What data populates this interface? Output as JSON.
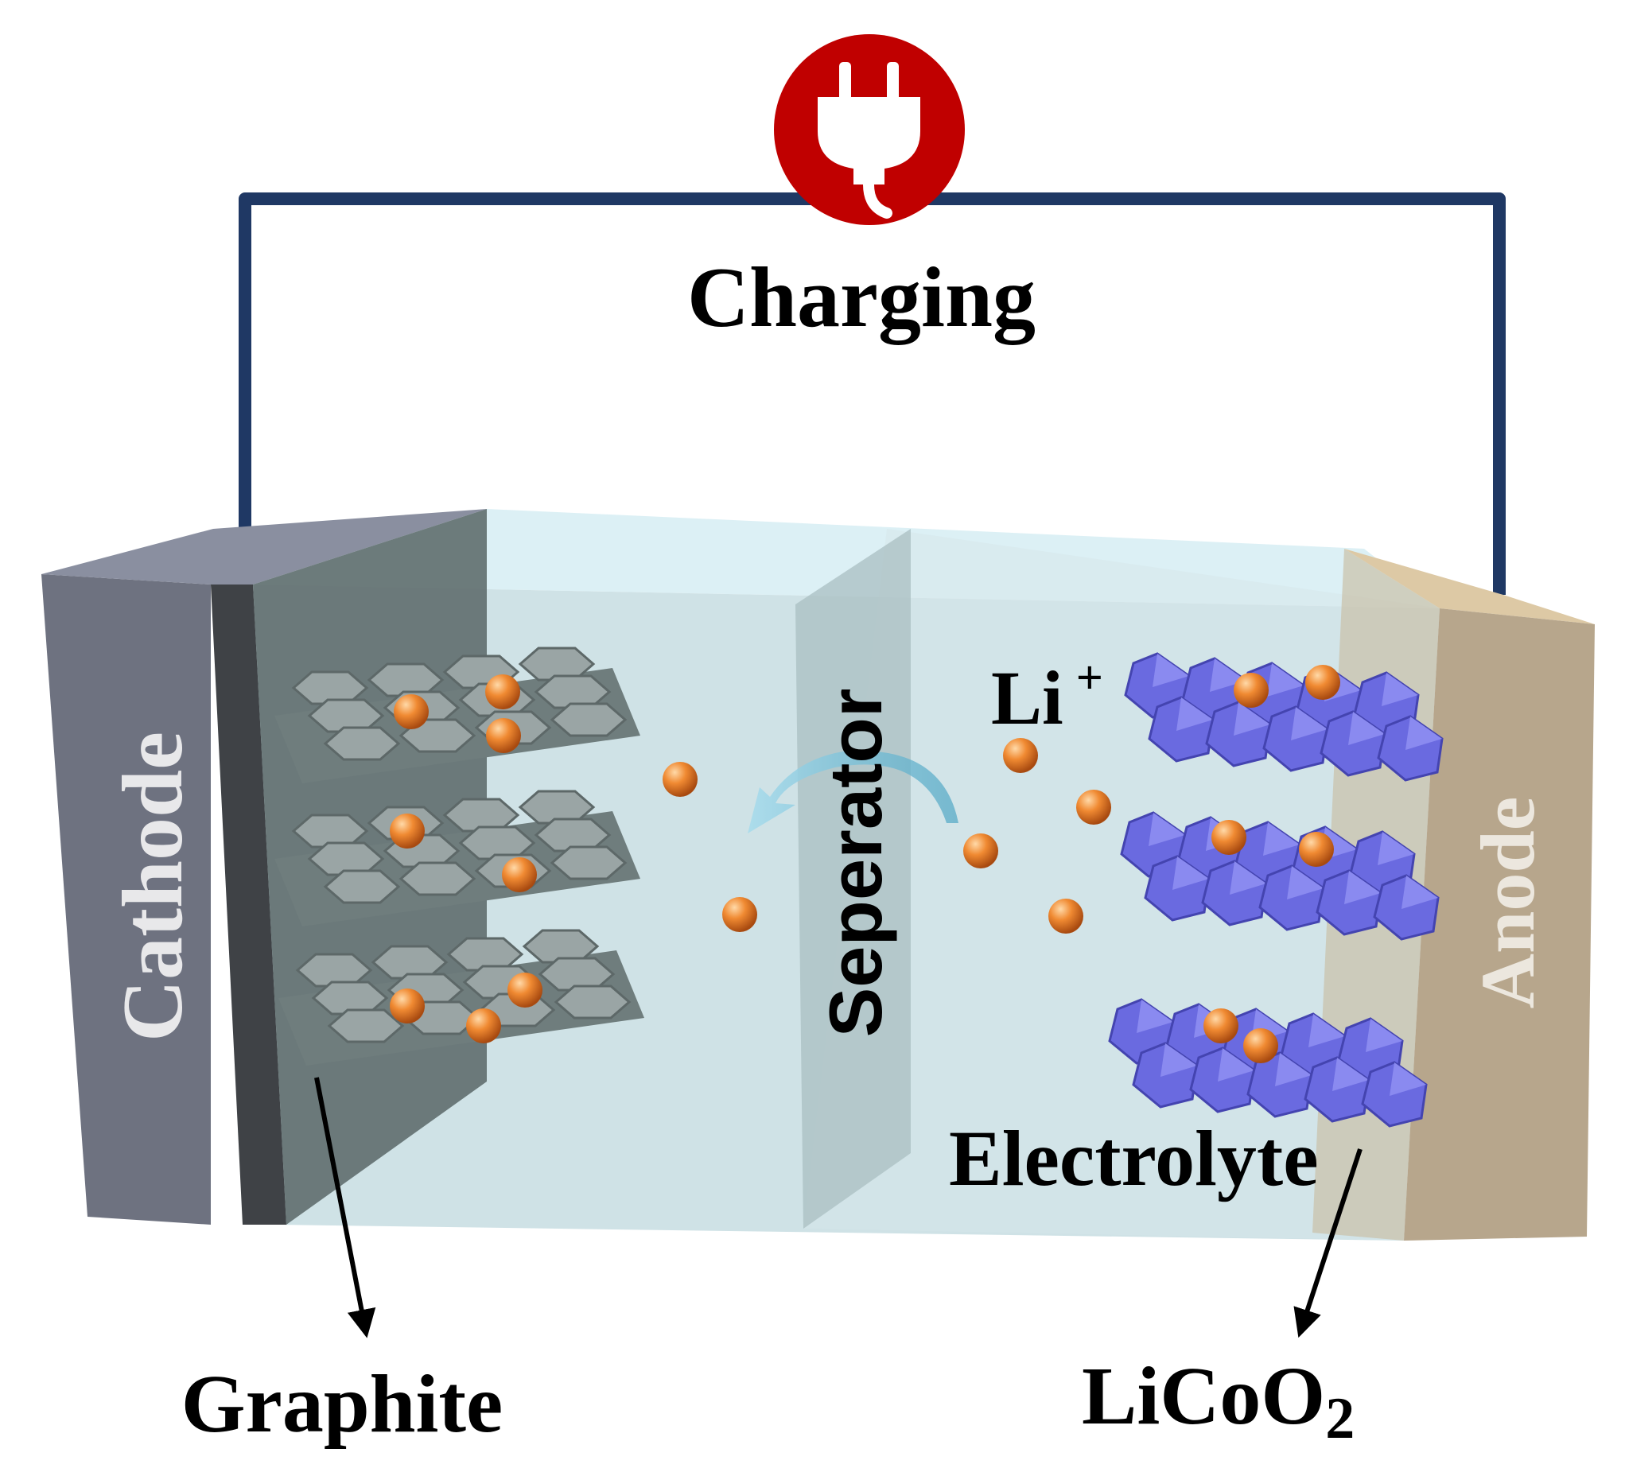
{
  "diagram": {
    "mode_label": "Charging",
    "left_electrode_label": "Cathode",
    "right_electrode_label": "Anode",
    "separator_label": "Seperator",
    "ion_label": "Li",
    "ion_charge": "+",
    "electrolyte_label": "Electrolyte",
    "left_material_label": "Graphite",
    "right_material_label": "LiCoO",
    "right_material_subscript": "2",
    "icons": {
      "power": "plug-icon",
      "ion_flow": "curved-arrow-left-icon"
    },
    "colors": {
      "wire": "#1f3864",
      "plug_circle": "#c00000",
      "cathode_face": "#6e7280",
      "anode_face": "#b8a68c",
      "electrolyte": "#cfe6ec",
      "graphite": "#9aa5a5",
      "licoo2": "#6a6ae0",
      "li_ion": "#e8782a",
      "ion_arrow": "#7fc4dc"
    }
  }
}
